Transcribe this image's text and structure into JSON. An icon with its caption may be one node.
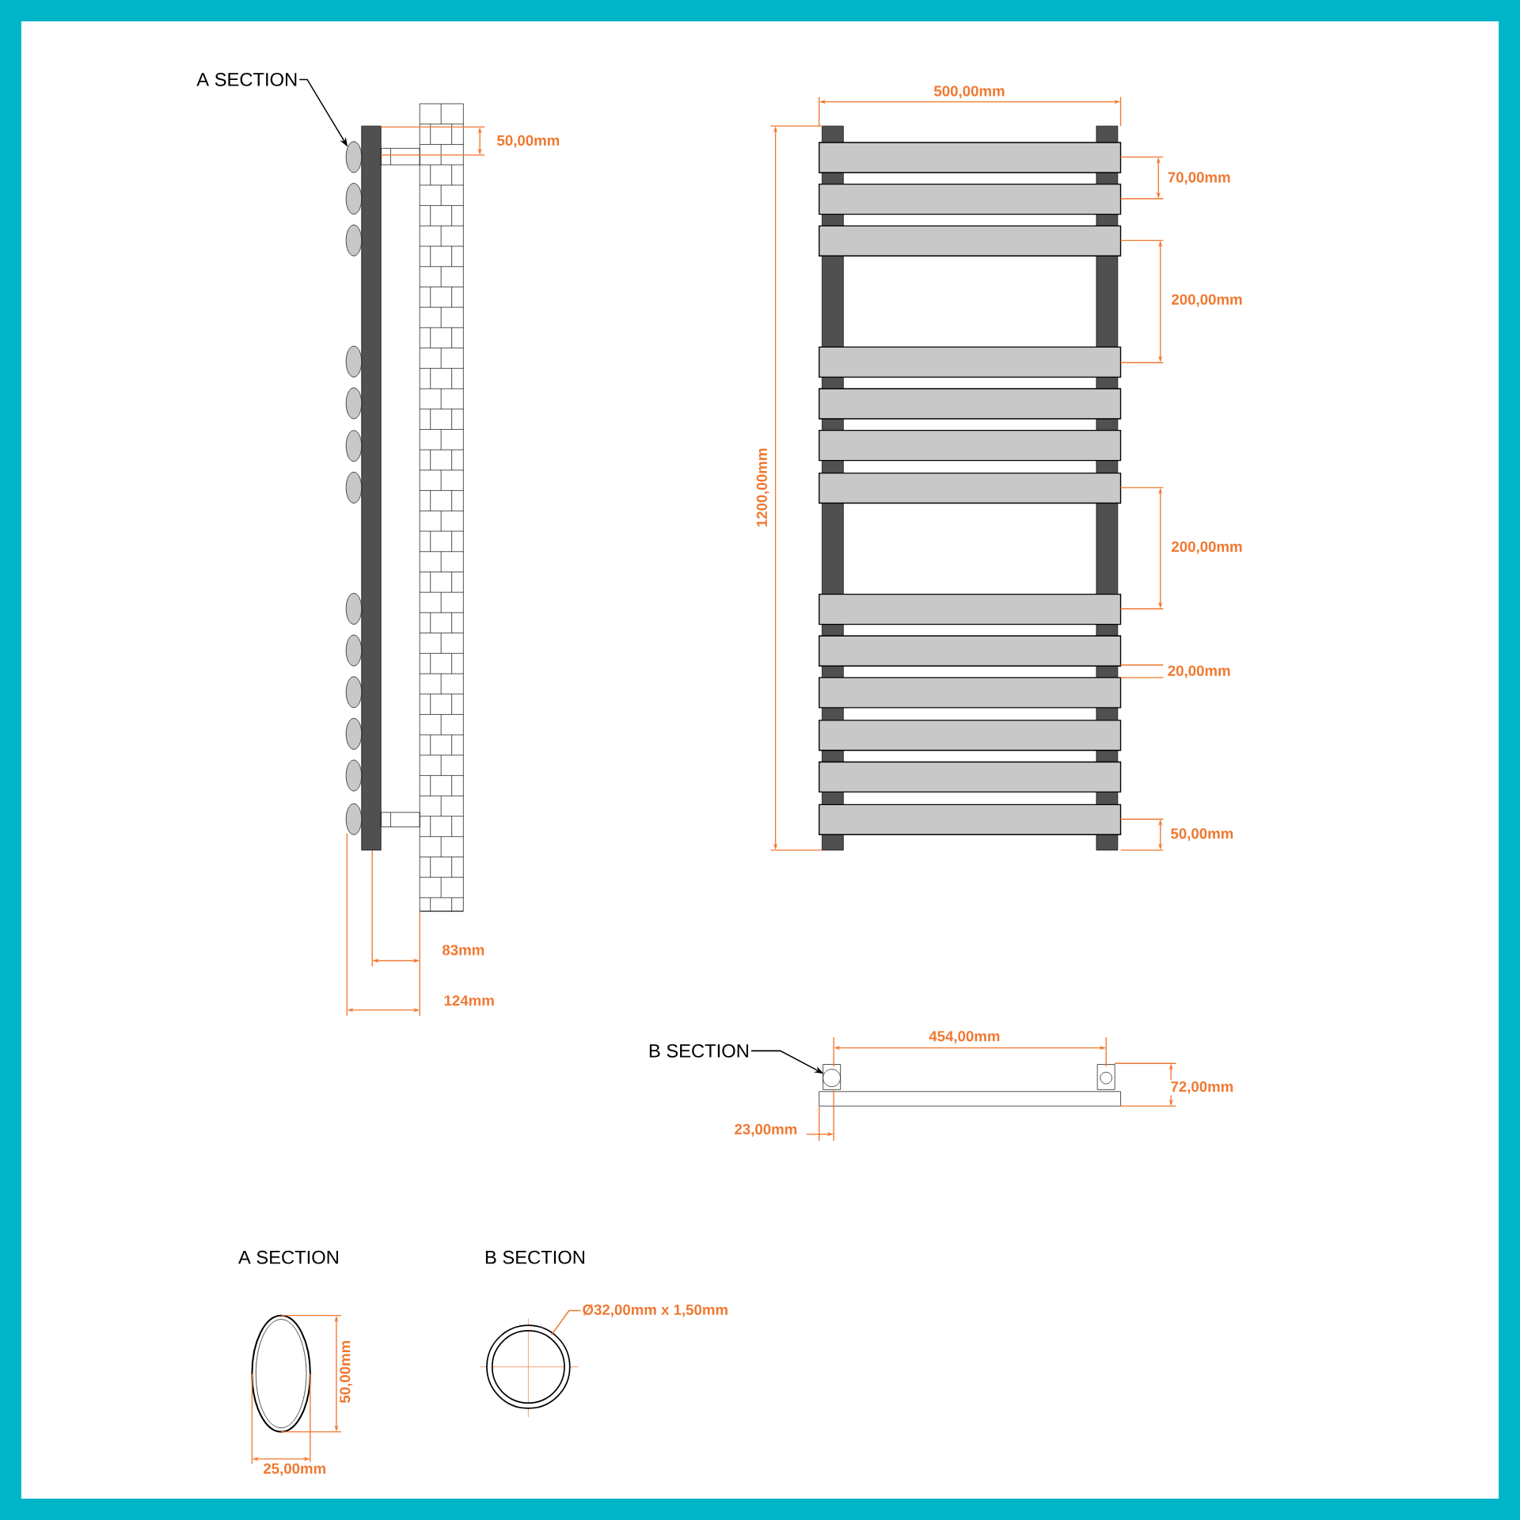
{
  "diagram": {
    "nodes": [
      {
        "text": [
          "A SECTION"
        ]
      },
      {
        "text": [],
        "shape": "ellipse"
      },
      {
        "text": [
          "B SECTION"
        ]
      },
      {
        "text": [],
        "shape": "circle"
      },
      {
        "text": [
          "Ø32,00mm x 1,50mm"
        ]
      },
      {
        "text": [],
        "shape": "circle"
      }
    ],
    "edges": [
      {
        "from": 0,
        "to": 1,
        "arrow": "to"
      },
      {
        "from": 2,
        "to": 3,
        "arrow": "to"
      },
      {
        "from": 4,
        "to": 5,
        "arrow": "none",
        "color": "#f07830"
      }
    ],
    "labels": [
      "500,00mm",
      "50,00mm",
      "70,00mm",
      "200,00mm",
      "1200,00mm",
      "200,00mm",
      "20,00mm",
      "50,00mm",
      "83mm",
      "124mm",
      "454,00mm",
      "72,00mm",
      "23,00mm",
      "A SECTION",
      "B SECTION",
      "50,00mm",
      "25,00mm"
    ]
  }
}
